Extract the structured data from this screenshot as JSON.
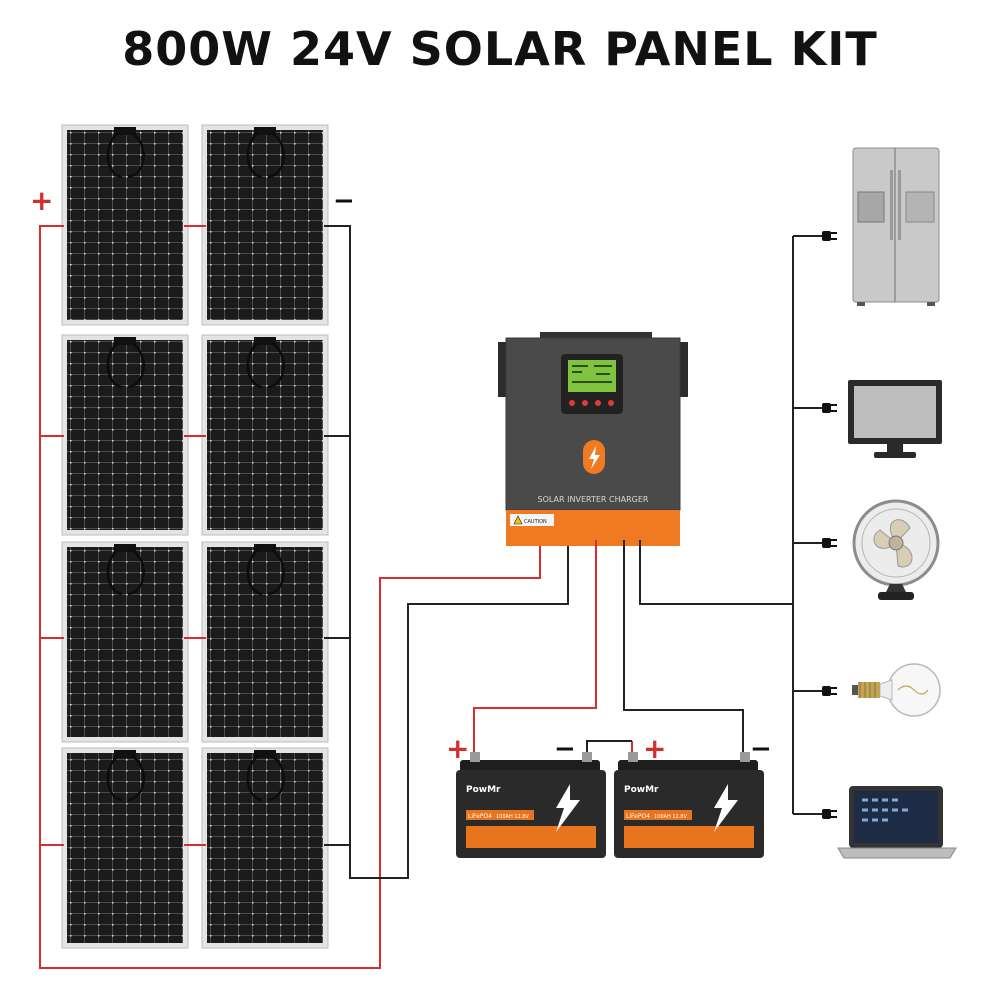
{
  "title": "800W 24V SOLAR PANEL KIT",
  "polarity": {
    "plus": "+",
    "minus": "−"
  },
  "inverter": {
    "label": "SOLAR INVERTER CHARGER",
    "caution": "CAUTION"
  },
  "battery": {
    "brand": "PowMr",
    "chem": "LiFePO4",
    "spec": "100AH 12.8V"
  },
  "colors": {
    "positive_wire": "#d32f2f",
    "negative_wire": "#222222",
    "panel_cell": "#1b1b1b",
    "panel_frame": "#e4e4e4",
    "inverter_body": "#4a4a4a",
    "inverter_base": "#ef7a22",
    "battery_body": "#2a2a2a",
    "battery_label": "#e8741e"
  },
  "loads": [
    {
      "name": "refrigerator",
      "icon": "refrigerator-icon"
    },
    {
      "name": "monitor",
      "icon": "monitor-icon"
    },
    {
      "name": "fan",
      "icon": "fan-icon"
    },
    {
      "name": "light-bulb",
      "icon": "light-bulb-icon"
    },
    {
      "name": "laptop",
      "icon": "laptop-icon"
    }
  ]
}
